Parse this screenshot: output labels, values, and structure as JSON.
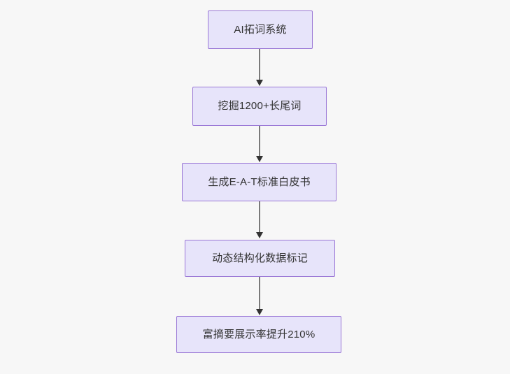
{
  "diagram": {
    "type": "flowchart",
    "direction": "top-to-bottom",
    "background_color": "#f7f7f7",
    "node_fill_color": "#e7e4fa",
    "node_border_color": "#9a77d6",
    "node_text_color": "#333333",
    "edge_color": "#7a7a7a",
    "arrowhead_color": "#333333",
    "nodes": [
      {
        "id": "n1",
        "label": "AI拓词系统"
      },
      {
        "id": "n2",
        "label": "挖掘1200+长尾词"
      },
      {
        "id": "n3",
        "label": "生成E-A-T标准白皮书"
      },
      {
        "id": "n4",
        "label": "动态结构化数据标记"
      },
      {
        "id": "n5",
        "label": "富摘要展示率提升210%"
      }
    ],
    "edges": [
      {
        "from": "n1",
        "to": "n2",
        "label": ""
      },
      {
        "from": "n2",
        "to": "n3",
        "label": ""
      },
      {
        "from": "n3",
        "to": "n4",
        "label": ""
      },
      {
        "from": "n4",
        "to": "n5",
        "label": ""
      }
    ]
  }
}
